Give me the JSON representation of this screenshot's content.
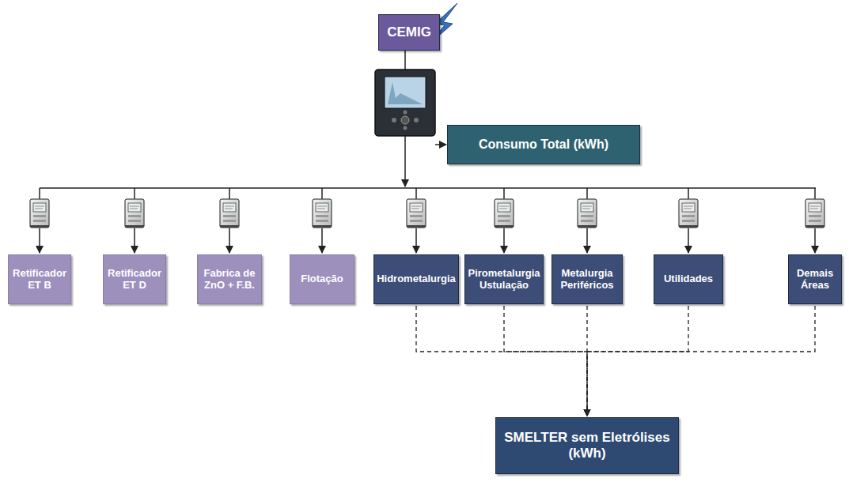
{
  "diagram": {
    "nodes": [
      {
        "text": [
          "CEMIG"
        ]
      },
      {
        "text": [
          "Consumo Total (kWh)"
        ]
      },
      {
        "text": [
          "Retificador ET B"
        ]
      },
      {
        "text": [
          "Retificador ET D"
        ]
      },
      {
        "text": [
          "Fabrica de ZnO + F.B."
        ]
      },
      {
        "text": [
          "Flotação"
        ]
      },
      {
        "text": [
          "Hidrometalurgia"
        ]
      },
      {
        "text": [
          "Pirometalurgia Ustulação"
        ]
      },
      {
        "text": [
          "Metalurgia Periféricos"
        ]
      },
      {
        "text": [
          "Utilidades"
        ]
      },
      {
        "text": [
          "Demais Áreas"
        ]
      },
      {
        "text": [
          "SMELTER sem Eletrólises (kWh)"
        ]
      }
    ],
    "edges": [
      {
        "from": 6,
        "to": 11,
        "arrow": "to"
      },
      {
        "from": 7,
        "to": 11,
        "arrow": "to"
      },
      {
        "from": 8,
        "to": 11,
        "arrow": "to"
      },
      {
        "from": 9,
        "to": 11,
        "arrow": "to"
      },
      {
        "from": 10,
        "to": 11,
        "arrow": "to"
      }
    ]
  }
}
